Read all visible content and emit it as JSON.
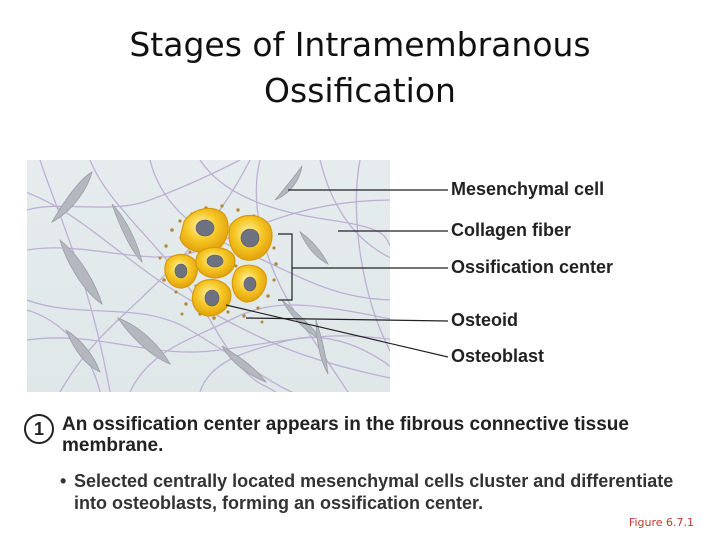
{
  "title": {
    "line1": "Stages of Intramembranous",
    "line2": "Ossification"
  },
  "labels": {
    "mesenchymal_cell": "Mesenchymal cell",
    "collagen_fiber": "Collagen fiber",
    "ossification_center": "Ossification center",
    "osteoid": "Osteoid",
    "osteoblast": "Osteoblast"
  },
  "step": {
    "number": "1",
    "heading": "An ossification center appears in the fibrous connective tissue membrane.",
    "bullet_marker": "•",
    "bullet": "Selected centrally located mesenchymal cells cluster and differentiate into osteoblasts, forming an ossification center."
  },
  "credit": "Figure 6.7.1",
  "colors": {
    "tissue_bg": "#e9eef0",
    "collagen": "#b7a9cf",
    "mesenchymal": "#b0b4bb",
    "osteoblast": "#f3c019",
    "osteoblast_edge": "#d89a08",
    "nucleus": "#6d7180",
    "osteoid_dots": "#b08a3a",
    "credit": "#c0392b"
  }
}
